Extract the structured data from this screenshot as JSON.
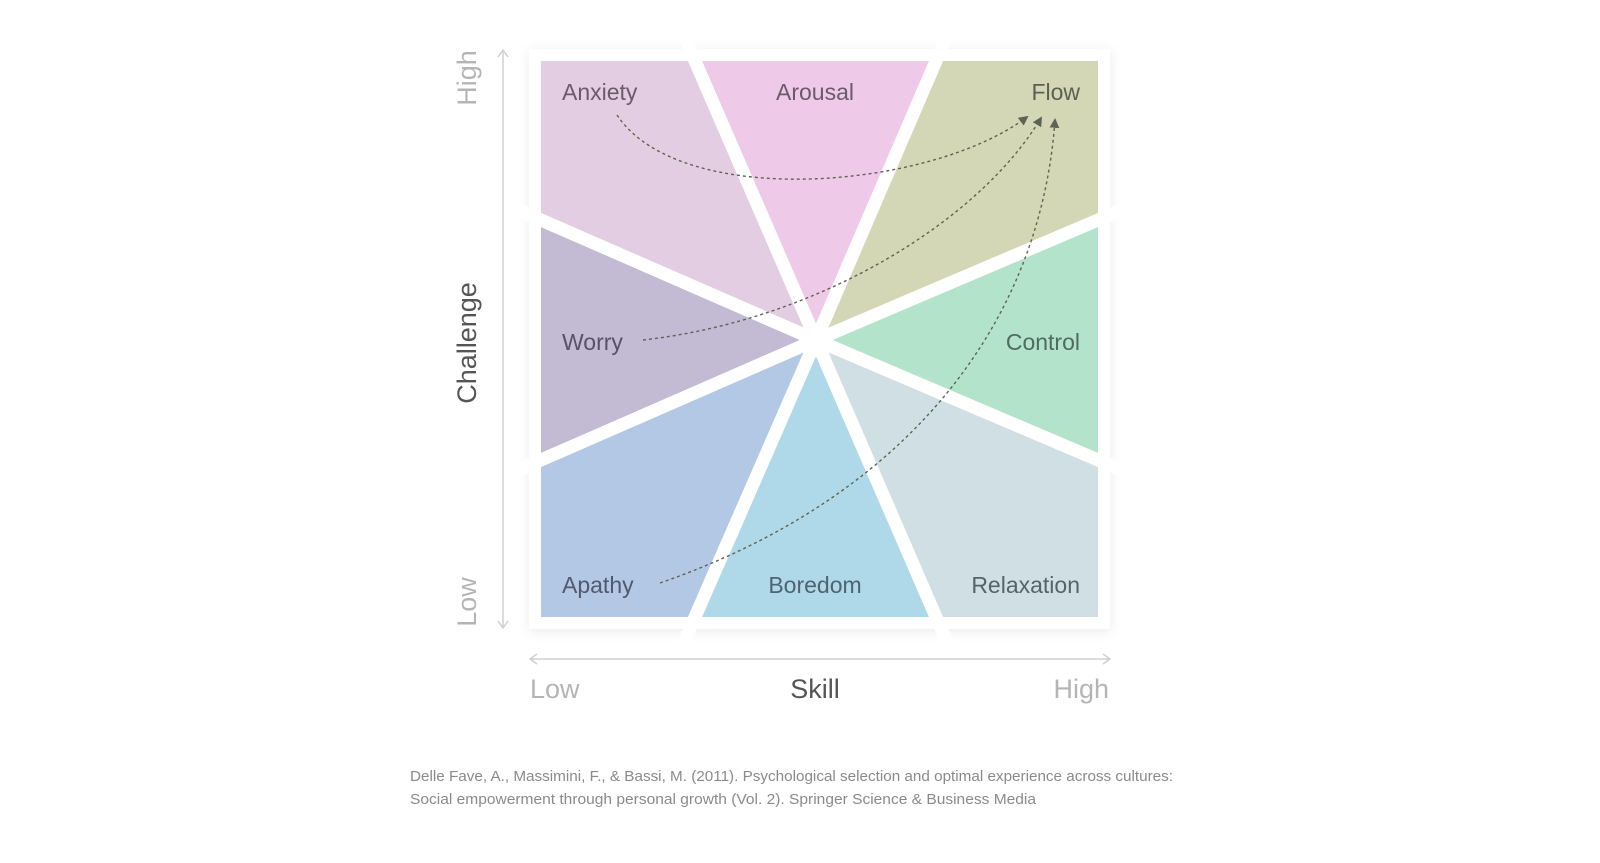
{
  "diagram": {
    "regions": [
      {
        "id": "anxiety",
        "label": "Anxiety",
        "color": "#e3cde2",
        "text_color": "#6b5a6c"
      },
      {
        "id": "arousal",
        "label": "Arousal",
        "color": "#eecae8",
        "text_color": "#6b5a6c"
      },
      {
        "id": "flow",
        "label": "Flow",
        "color": "#d3d7b5",
        "text_color": "#5c6052"
      },
      {
        "id": "control",
        "label": "Control",
        "color": "#b3e3cb",
        "text_color": "#4f6a5e"
      },
      {
        "id": "relaxation",
        "label": "Relaxation",
        "color": "#d0dfe3",
        "text_color": "#56646a"
      },
      {
        "id": "boredom",
        "label": "Boredom",
        "color": "#afd8e8",
        "text_color": "#4f6472"
      },
      {
        "id": "apathy",
        "label": "Apathy",
        "color": "#b3c8e4",
        "text_color": "#505a6e"
      },
      {
        "id": "worry",
        "label": "Worry",
        "color": "#c3bad4",
        "text_color": "#57516a"
      }
    ],
    "arrows": [
      {
        "from": "Anxiety",
        "to": "Flow",
        "style": "dotted"
      },
      {
        "from": "Worry",
        "to": "Flow",
        "style": "dotted"
      },
      {
        "from": "Apathy",
        "to": "Flow",
        "style": "dotted"
      }
    ],
    "y_axis": {
      "title": "Challenge",
      "low": "Low",
      "high": "High"
    },
    "x_axis": {
      "title": "Skill",
      "low": "Low",
      "high": "High"
    }
  },
  "citation": {
    "line1": "Delle Fave, A., Massimini, F., & Bassi, M. (2011). Psychological selection and optimal experience across cultures:",
    "line2": "Social empowerment through personal growth (Vol. 2). Springer Science & Business Media"
  }
}
